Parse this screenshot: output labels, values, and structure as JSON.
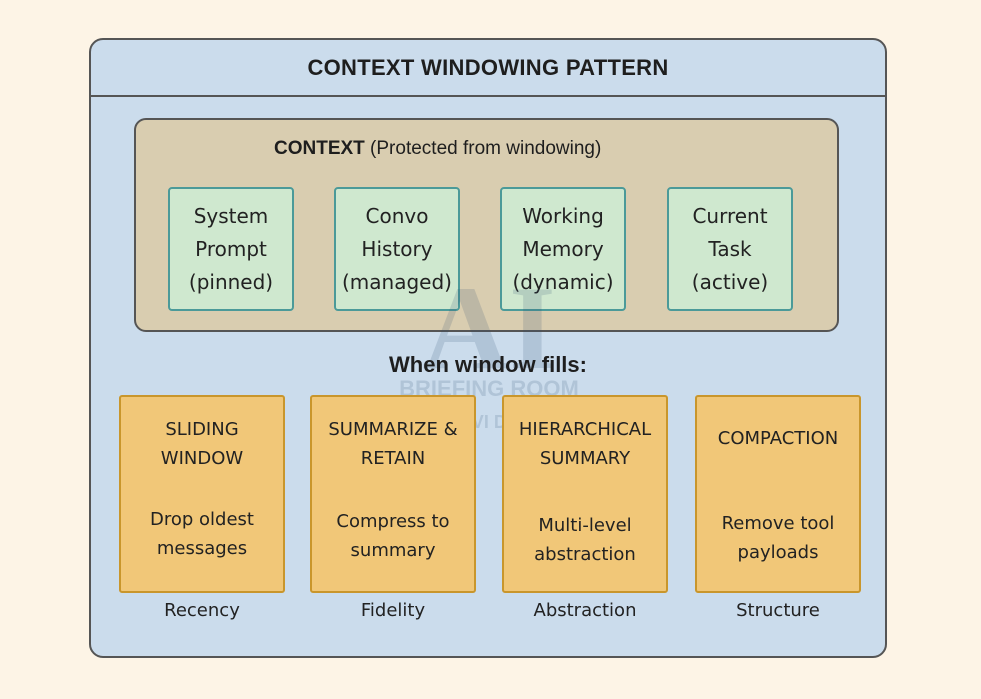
{
  "diagram": {
    "title": "CONTEXT WINDOWING PATTERN",
    "context": {
      "heading_bold": "CONTEXT",
      "heading_rest": " (Protected from windowing)",
      "items": [
        {
          "line1": "System",
          "line2": "Prompt",
          "line3": "(pinned)"
        },
        {
          "line1": "Convo",
          "line2": "History",
          "line3": "(managed)"
        },
        {
          "line1": "Working",
          "line2": "Memory",
          "line3": "(dynamic)"
        },
        {
          "line1": "Current",
          "line2": "Task",
          "line3": "(active)"
        }
      ]
    },
    "fills_heading": "When window fills:",
    "strategies": [
      {
        "name": "SLIDING\nWINDOW",
        "description": "Drop oldest\nmessages",
        "label": "Recency"
      },
      {
        "name": "SUMMARIZE &\nRETAIN",
        "description": "Compress to\nsummary",
        "label": "Fidelity"
      },
      {
        "name": "HIERARCHICAL\nSUMMARY",
        "description": "Multi-level\nabstraction",
        "label": "Abstraction"
      },
      {
        "name": "COMPACTION",
        "description": "Remove tool\npayloads",
        "label": "Structure"
      }
    ]
  },
  "watermark": {
    "logo_text": "AI",
    "line1": "BRIEFING ROOM",
    "line2": "DR. PRAVI DEVINENI"
  },
  "colors": {
    "page_bg": "#fdf4e6",
    "frame_bg": "#cbdcec",
    "context_bg": "#d9cdb0",
    "context_card_bg": "#cfe8cf",
    "context_card_border": "#4b9a99",
    "strategy_card_bg": "#f1c778",
    "strategy_card_border": "#c9962c"
  }
}
